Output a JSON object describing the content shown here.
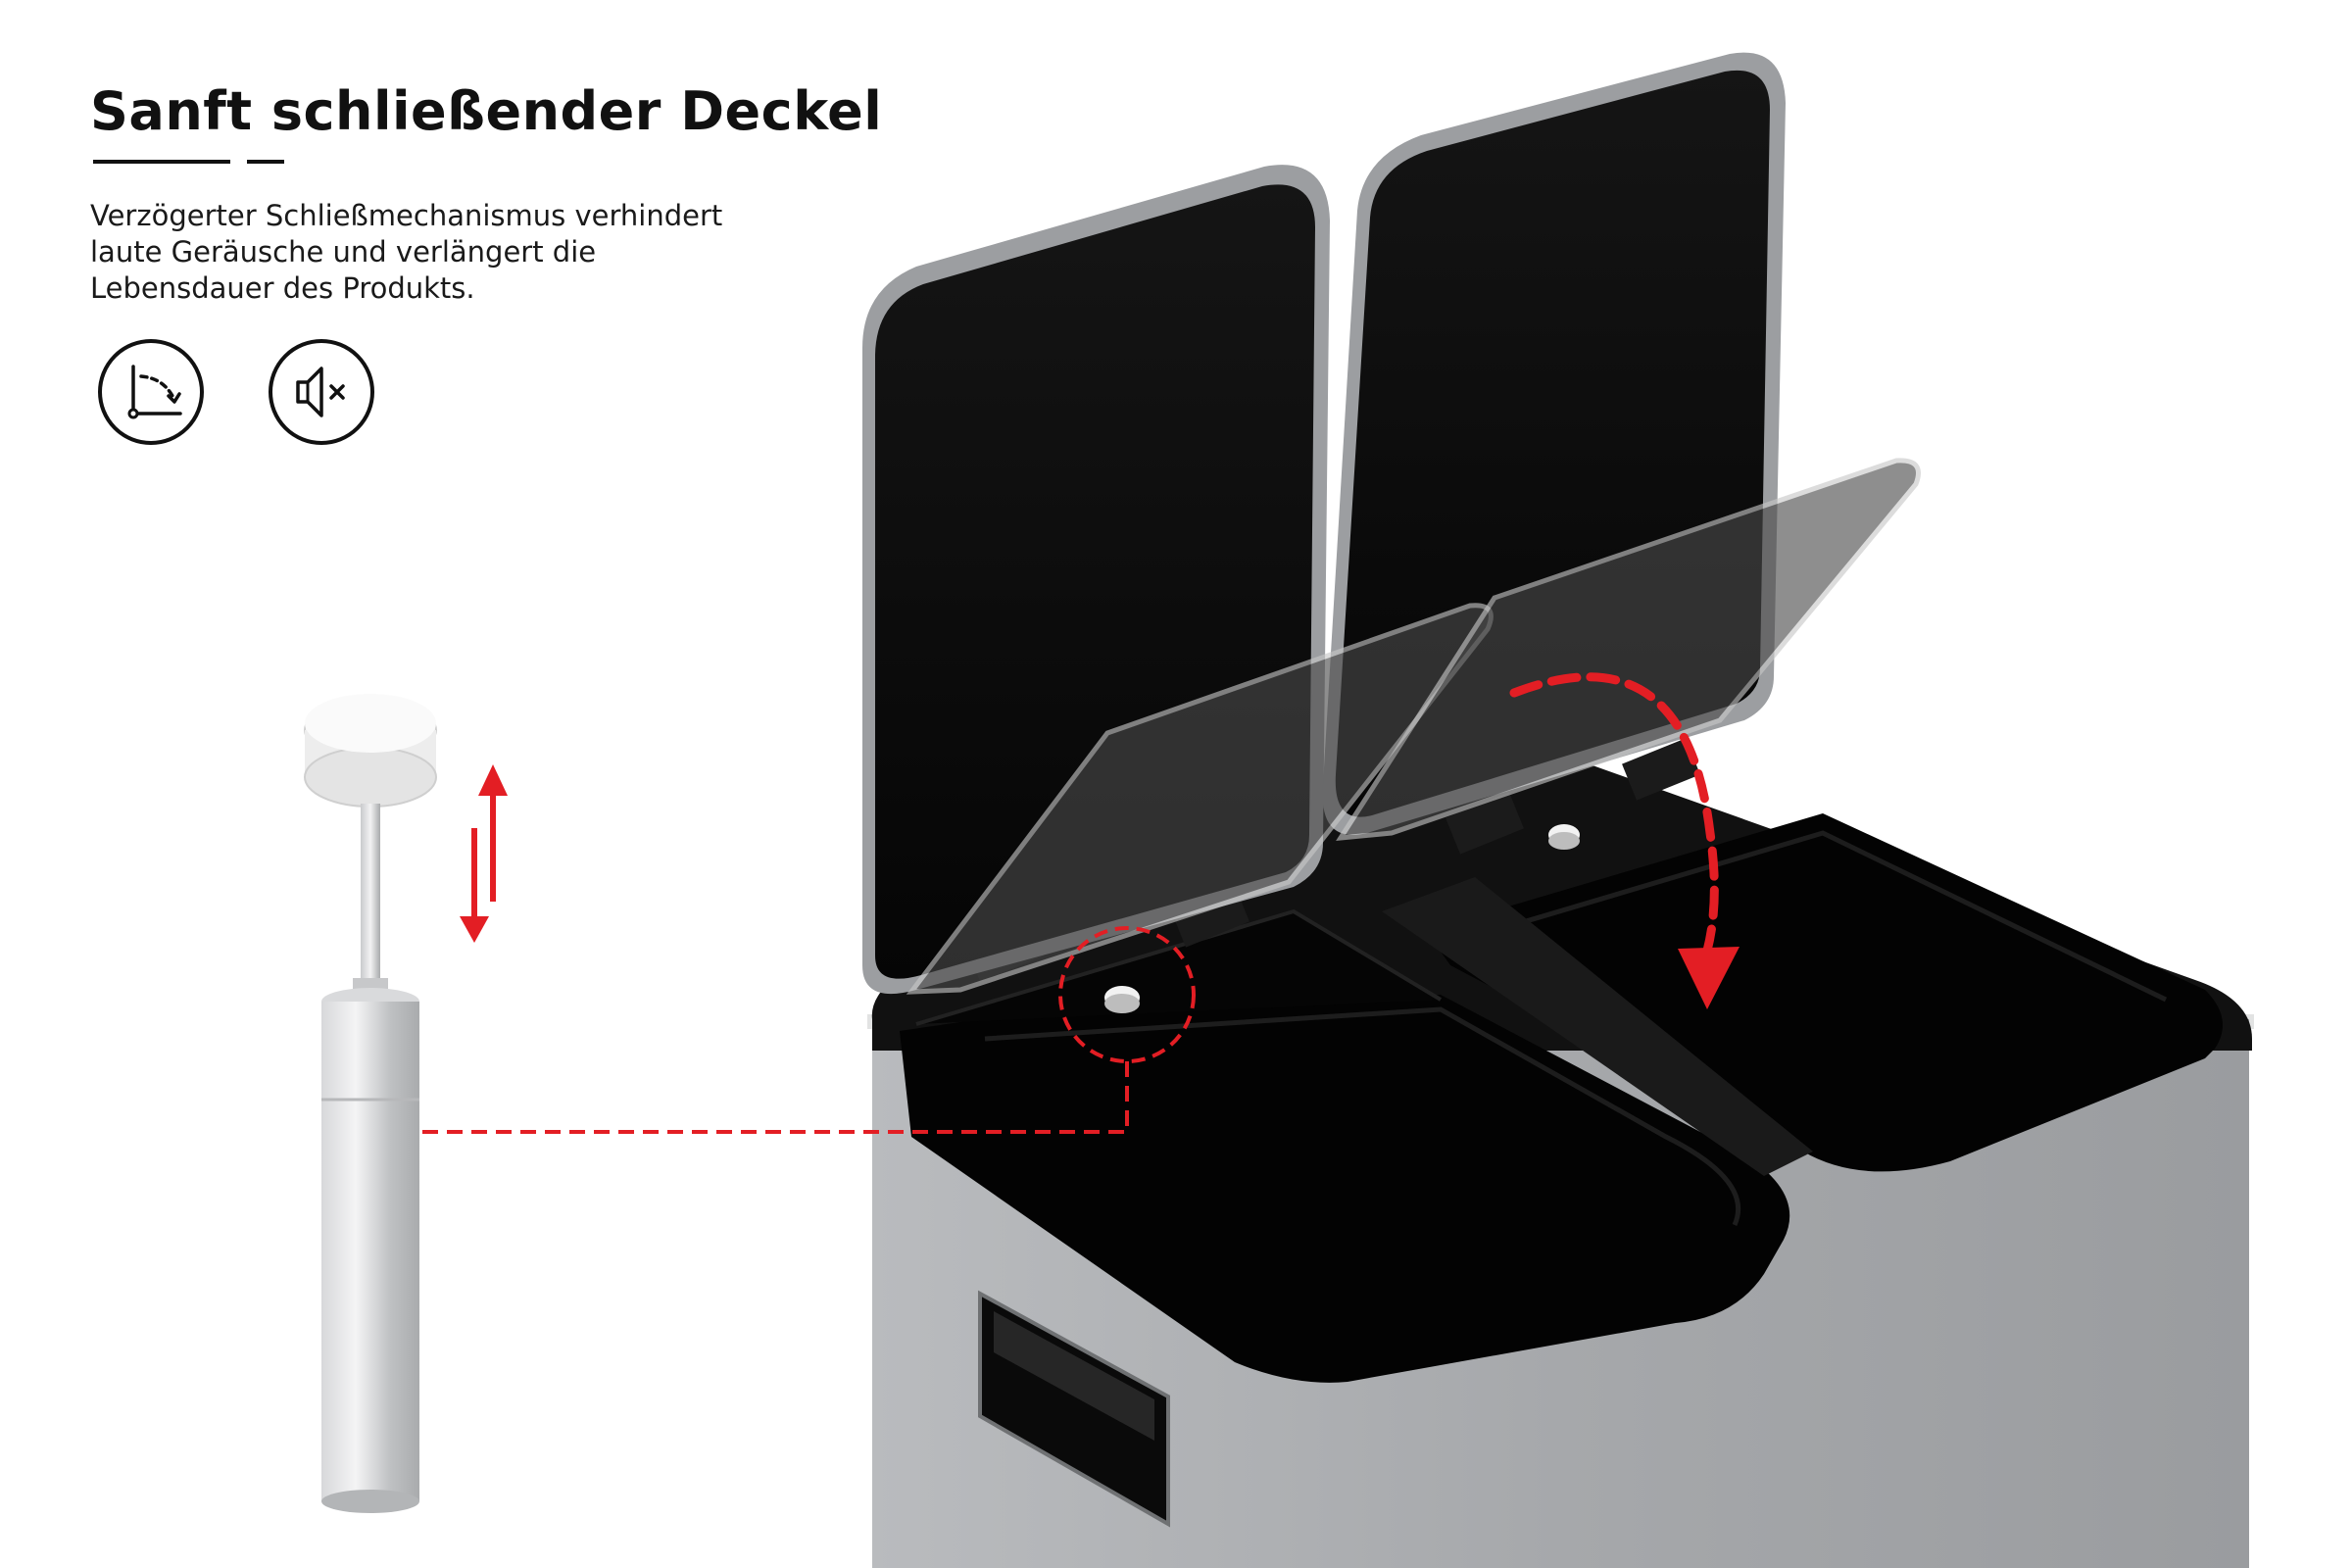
{
  "header": {
    "title": "Sanft schließender Deckel",
    "description_lines": [
      "Verzögerter Schließmechanismus verhindert",
      "laute Geräusche und verlängert die",
      "Lebensdauer des Produkts."
    ]
  },
  "icons": {
    "feature_1": "soft-close-angle-icon",
    "feature_2": "mute-speaker-icon"
  },
  "colors": {
    "accent": "#e31e24",
    "bin_body": "#a8aaad",
    "lid": "#0b0b0b",
    "text": "#111111"
  }
}
